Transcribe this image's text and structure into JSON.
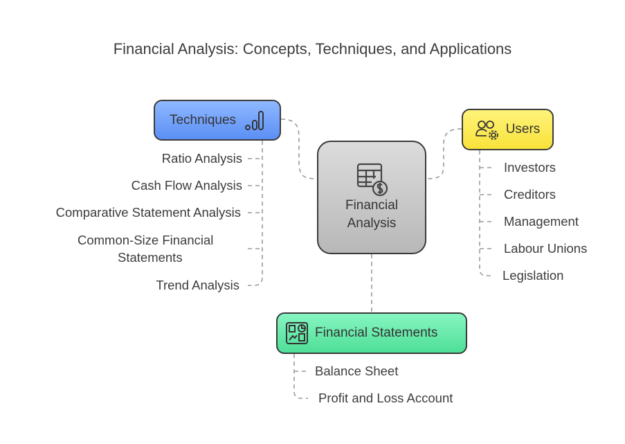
{
  "title": "Financial Analysis: Concepts, Techniques, and Applications",
  "center": {
    "line1": "Financial",
    "line2": "Analysis",
    "icon": "spreadsheet-dollar-icon"
  },
  "techniques": {
    "label": "Techniques",
    "icon": "bar-chart-icon",
    "color": "#5b8ff5",
    "items": [
      "Ratio Analysis",
      "Cash Flow Analysis",
      "Comparative Statement Analysis",
      "Common-Size Financial",
      "Statements",
      "Trend Analysis"
    ]
  },
  "users": {
    "label": "Users",
    "icon": "users-gear-icon",
    "color": "#f8e23a",
    "items": [
      "Investors",
      "Creditors",
      "Management",
      "Labour Unions",
      "Legislation"
    ]
  },
  "statements": {
    "label": "Financial Statements",
    "icon": "dashboard-icon",
    "color": "#4fdf98",
    "items": [
      "Balance Sheet",
      "Profit and Loss Account"
    ]
  }
}
